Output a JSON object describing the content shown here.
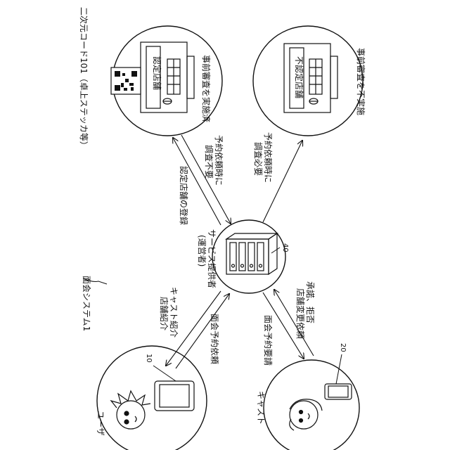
{
  "system_label": "面会システム1",
  "provider": {
    "title": "サービス提供者",
    "subtitle": "(運営者)",
    "ref": "40"
  },
  "certified_store": {
    "label": "認定店舗",
    "code_label": "二次元コード101（卓上ステッカ等）",
    "status": "事前審査を実施済"
  },
  "uncertified_store": {
    "label": "不認定店舗",
    "status": "事前審査を不実施"
  },
  "user": {
    "label": "ユーザ",
    "ref": "10"
  },
  "cast": {
    "label": "キャスト",
    "ref": "20"
  },
  "arrows": {
    "register": "認定店舗の登録",
    "reservation_certified": [
      "予約依頼時に",
      "調査不要"
    ],
    "reservation_uncertified": [
      "予約依頼時に",
      "調査必要"
    ],
    "introduce": [
      "キャスト紹介",
      "店舗紹介"
    ],
    "meeting_request_user": "面会予約依頼",
    "meeting_request_cast": "面会予約要請",
    "cast_reply": [
      "承諾、拒否",
      "店舗変更依頼"
    ]
  }
}
